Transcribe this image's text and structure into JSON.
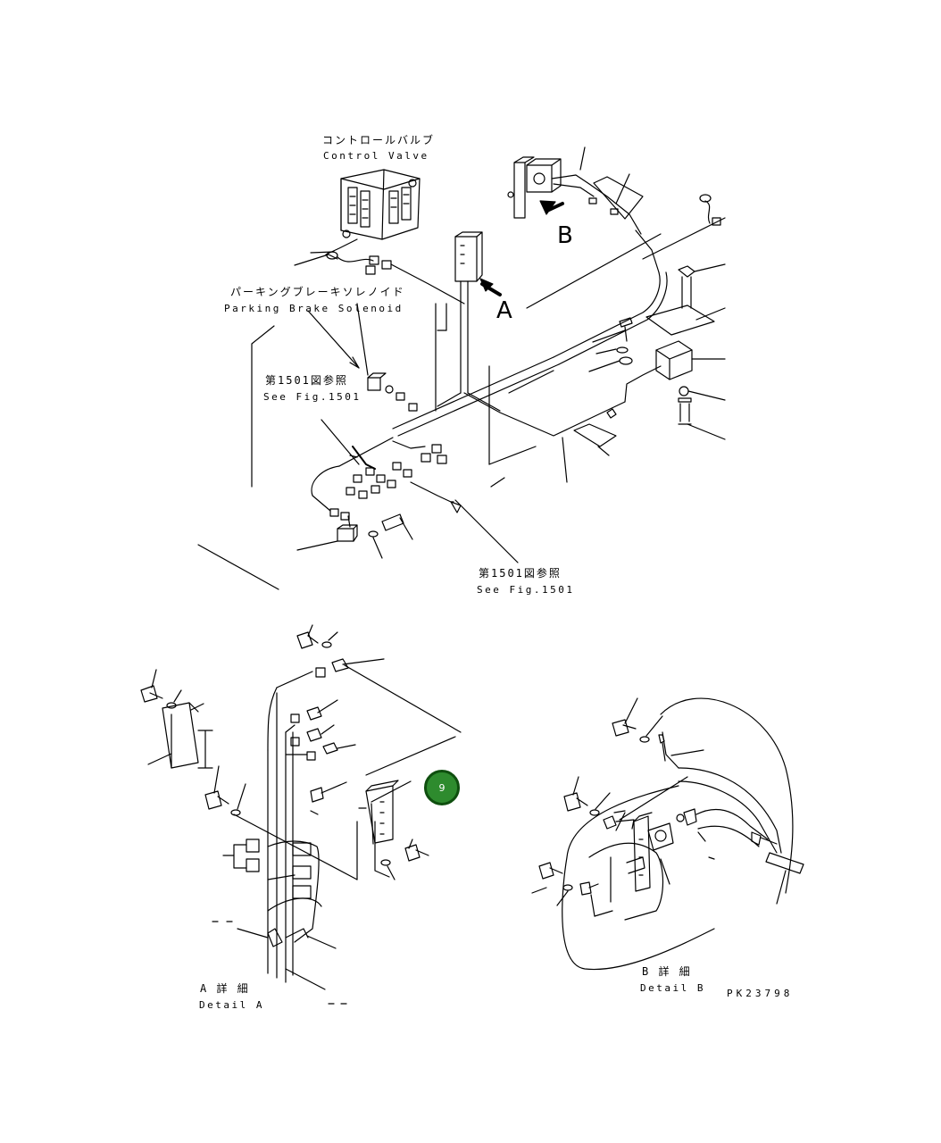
{
  "labels": {
    "control_valve_jp": "コントロールバルブ",
    "control_valve_en": "Control Valve",
    "parking_brake_jp": "パーキングブレーキソレノイド",
    "parking_brake_en": "Parking Brake Solenoid",
    "see_fig_jp_1": "第1501図参照",
    "see_fig_en_1": "See Fig.1501",
    "see_fig_jp_2": "第1501図参照",
    "see_fig_en_2": "See Fig.1501",
    "view_a": "A",
    "view_b": "B",
    "detail_a_jp": "A 詳 細",
    "detail_a_en": "Detail A",
    "detail_b_jp": "B 詳 細",
    "detail_b_en": "Detail B",
    "drawing_no": "PK23798"
  },
  "callouts": [
    {
      "number": "9",
      "color": "#2e8b2e"
    }
  ]
}
